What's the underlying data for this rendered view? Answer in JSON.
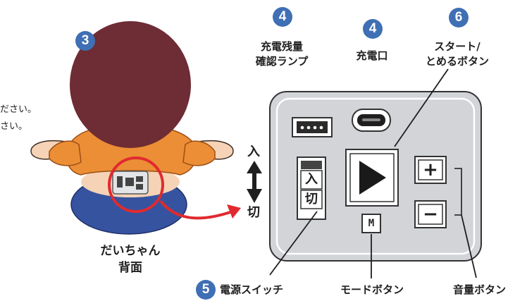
{
  "left": {
    "side_lines": [
      "ださい。",
      "さい。"
    ],
    "caption_line1": "だいちゃん",
    "caption_line2": "背面",
    "badge_num": "3"
  },
  "switch_side": {
    "on": "入",
    "off": "切"
  },
  "device": {
    "switch_on": "入",
    "switch_off": "切",
    "mode_key": "M",
    "vol_up": "+",
    "vol_down": "−"
  },
  "labels": {
    "battery_badge": "4",
    "battery_line1": "充電残量",
    "battery_line2": "確認ランプ",
    "port_badge": "4",
    "port": "充電口",
    "start_badge": "6",
    "start_line1": "スタート/",
    "start_line2": "とめるボタン",
    "power_badge": "5",
    "power": "電源スイッチ",
    "mode": "モードボタン",
    "volume": "音量ボタン"
  },
  "colors": {
    "badge": "#3f6fb4",
    "hair": "#6e2c34",
    "shirt": "#ec8e35",
    "pants": "#3653a0",
    "skin": "#f6d3b6",
    "device": "#d2d4d8",
    "arrow": "#e02a2f"
  }
}
